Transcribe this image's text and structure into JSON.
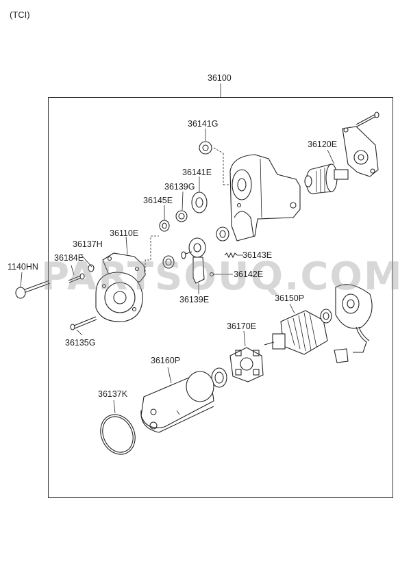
{
  "variant_label": "(TCI)",
  "watermark": "PARTSOUQ.COM",
  "assembly_label": "36100",
  "callouts": {
    "c36141G": "36141G",
    "c36120E": "36120E",
    "c36141E": "36141E",
    "c36139G": "36139G",
    "c36145E": "36145E",
    "c36110E": "36110E",
    "c36137H": "36137H",
    "c36184E": "36184E",
    "c1140HN": "1140HN",
    "c36143E": "36143E",
    "c36142E": "36142E",
    "c36139E": "36139E",
    "c36150P": "36150P",
    "c36170E": "36170E",
    "c36135G": "36135G",
    "c36160P": "36160P",
    "c36137K": "36137K"
  }
}
